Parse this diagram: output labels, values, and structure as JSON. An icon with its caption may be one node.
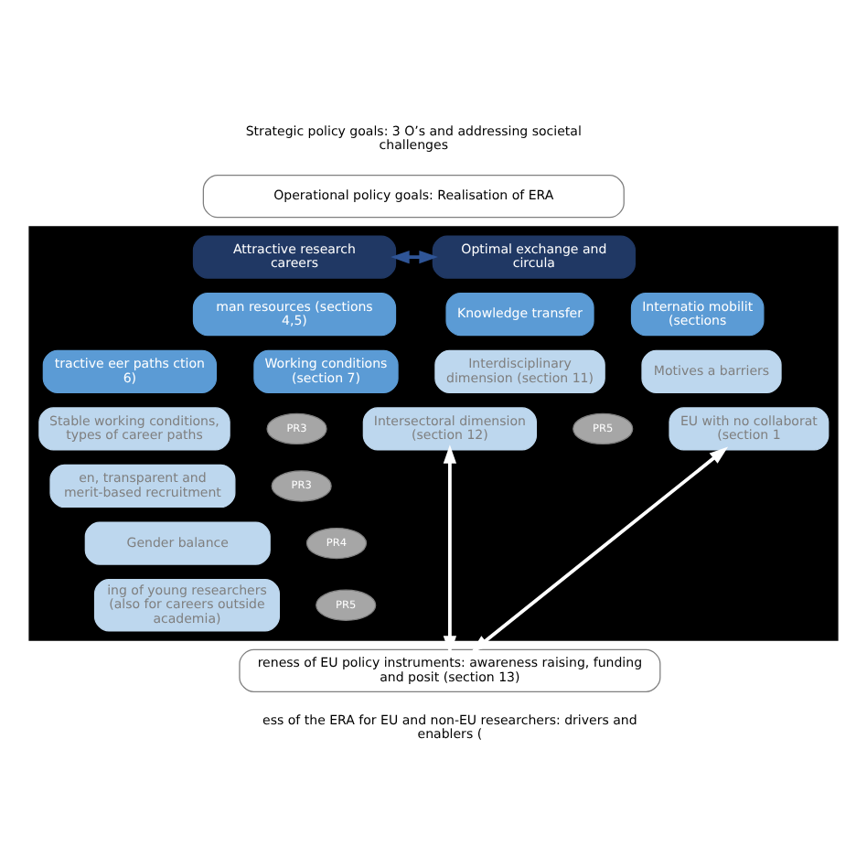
{
  "diagram": {
    "nodes": [
      {
        "text": [
          "Strategic policy goals: 3 O’s and addressing societal challenges"
        ]
      },
      {
        "text": [
          "Operational policy goals: Realisation of ERA"
        ]
      },
      {
        "text": [],
        "shape": "box"
      },
      {
        "text": [
          "Attractive research careers"
        ],
        "in": 2
      },
      {
        "text": [
          "man resources (sections 4,5)"
        ],
        "in": 2
      },
      {
        "text": [
          "tractive eer paths ction 6)"
        ],
        "in": 2
      },
      {
        "text": [
          "Working conditions (section 7)"
        ],
        "in": 2
      },
      {
        "text": [
          "Stable working conditions, types of career paths"
        ],
        "in": 2
      },
      {
        "text": [
          "PR3"
        ],
        "in": 2
      },
      {
        "text": [
          "en, transparent and merit-based recruitment"
        ],
        "in": 2
      },
      {
        "text": [
          "PR3"
        ],
        "in": 2
      },
      {
        "text": [
          "Gender balance"
        ],
        "in": 2
      },
      {
        "text": [
          "PR4"
        ],
        "in": 2
      },
      {
        "text": [
          "ing of young researchers (also for careers outside academia)"
        ],
        "in": 2
      },
      {
        "text": [
          "PR5"
        ],
        "in": 2
      },
      {
        "text": [
          "Optimal exchange and circula"
        ],
        "in": 2
      },
      {
        "text": [
          "Knowledge transfer"
        ],
        "in": 2
      },
      {
        "text": [
          "Internatio mobilit (sections"
        ],
        "in": 2
      },
      {
        "text": [
          "Interdisciplinary dimension (section 11)"
        ],
        "in": 2
      },
      {
        "text": [
          "Motives a barriers"
        ],
        "in": 2
      },
      {
        "text": [
          "Intersectoral dimension (section 12)"
        ],
        "in": 2
      },
      {
        "text": [
          "EU with no collaborat (section 1"
        ],
        "in": 2
      },
      {
        "text": [
          "PR5"
        ],
        "in": 2
      },
      {
        "text": [
          "reness of EU policy instruments: awareness raising, funding and posit (section 13)"
        ]
      },
      {
        "text": [
          "ess of the ERA for EU and non-EU researchers: drivers and enablers ("
        ]
      }
    ],
    "edges": [
      {
        "from": 3,
        "to": 15,
        "arrow": "both",
        "color": "#2f5597"
      },
      {
        "from": 23,
        "to": 20,
        "arrow": "both"
      },
      {
        "from": 23,
        "to": 21,
        "arrow": "both"
      }
    ]
  }
}
